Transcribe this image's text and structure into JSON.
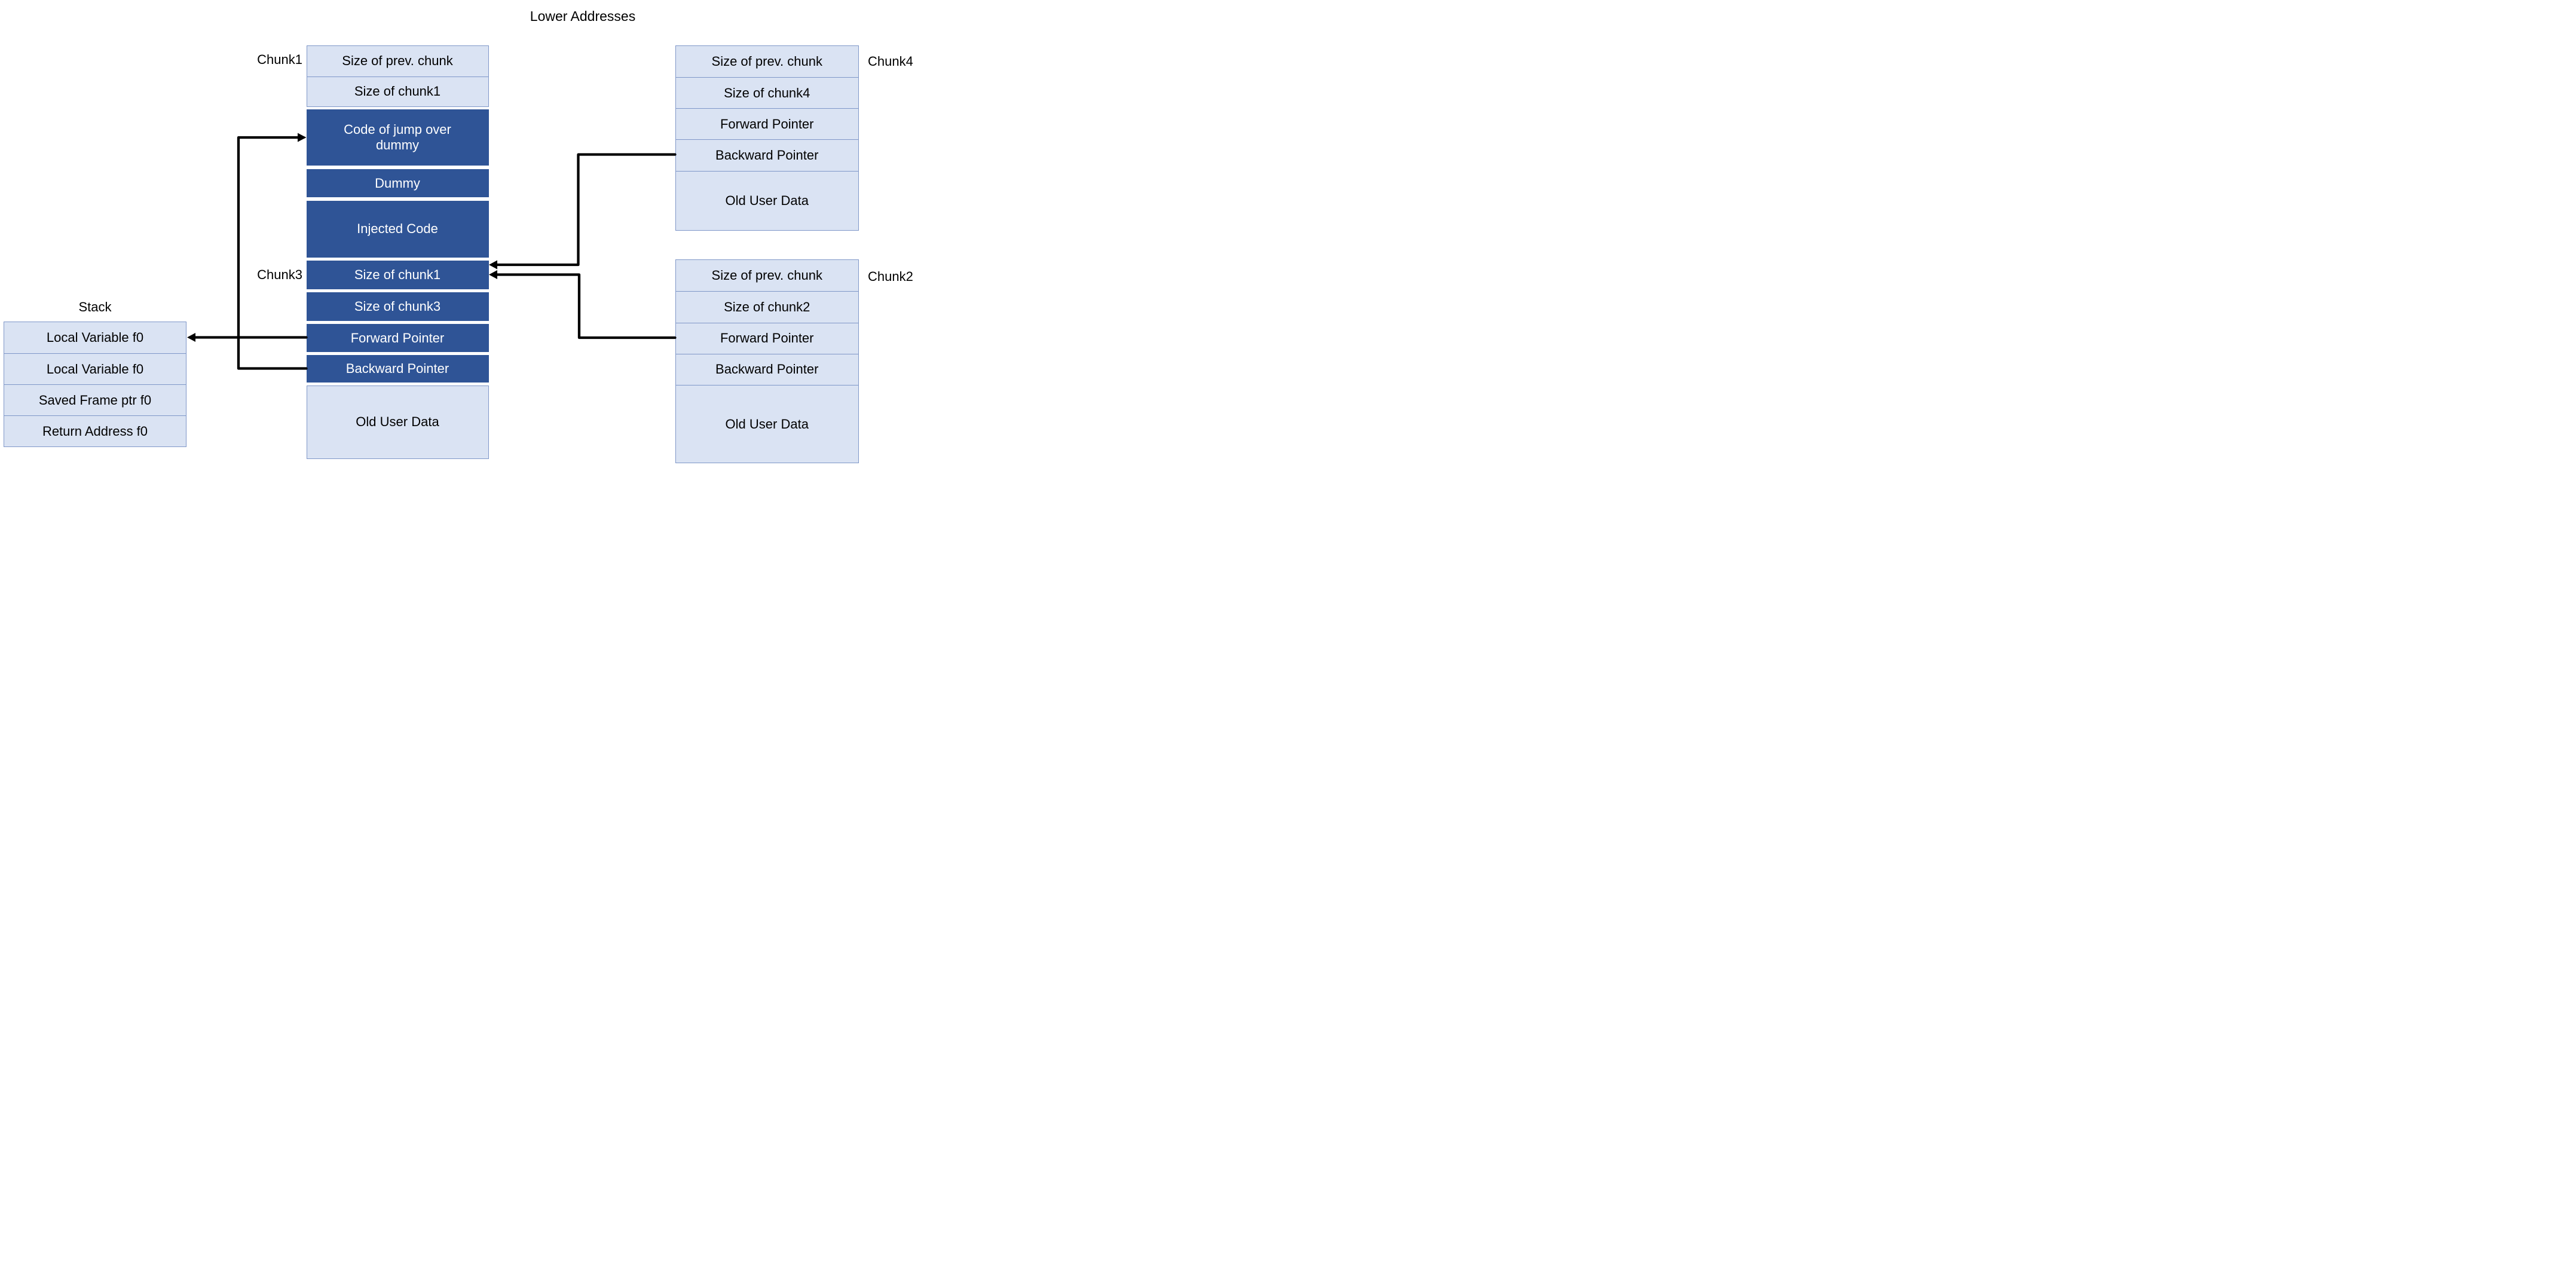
{
  "title": "Lower Addresses",
  "colors": {
    "dark_fill": "#2f5496",
    "dark_text": "#ffffff",
    "light_fill": "#dae3f3",
    "light_border": "#7f97c8",
    "arrow": "#000000",
    "text": "#000000",
    "background": "#ffffff"
  },
  "stack": {
    "title": "Stack",
    "cells": [
      "Local Variable f0",
      "Local Variable f0",
      "Saved Frame ptr f0",
      "Return Address f0"
    ]
  },
  "chunk1": {
    "label": "Chunk1",
    "cells": [
      "Size of prev. chunk",
      "Size of chunk1"
    ]
  },
  "center": {
    "label": "Chunk3",
    "dark_cells": [
      "Code of jump over dummy",
      "Dummy",
      "Injected Code",
      "Size of chunk1",
      "Size of chunk3",
      "Forward Pointer",
      "Backward Pointer"
    ],
    "old_user_data": "Old User Data"
  },
  "chunk4": {
    "label": "Chunk4",
    "cells": [
      "Size of prev. chunk",
      "Size of chunk4",
      "Forward Pointer",
      "Backward Pointer",
      "Old User Data"
    ]
  },
  "chunk2": {
    "label": "Chunk2",
    "cells": [
      "Size of prev. chunk",
      "Size of chunk2",
      "Forward Pointer",
      "Backward Pointer",
      "Old User Data"
    ]
  },
  "arrows": [
    {
      "from": "center-backward-pointer",
      "to": "code-of-jump-over-dummy"
    },
    {
      "from": "center-forward-pointer",
      "to": "stack-local-variable-f0"
    },
    {
      "from": "chunk4-backward-pointer",
      "to": "center-size-of-chunk1"
    },
    {
      "from": "chunk2-forward-pointer",
      "to": "center-size-of-chunk1"
    }
  ]
}
